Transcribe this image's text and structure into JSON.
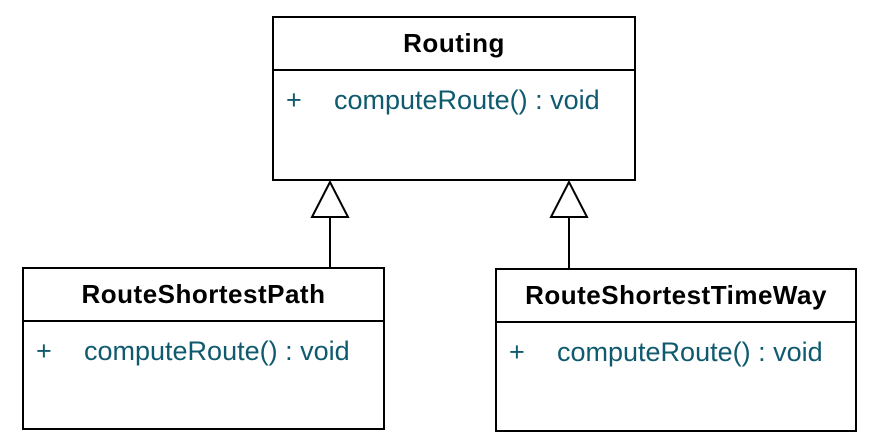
{
  "diagram": {
    "type": "uml-class-diagram",
    "background_color": "#ffffff",
    "colors": {
      "box_border": "#000000",
      "class_name_text": "#000000",
      "operation_text": "#0f5a6e",
      "connector": "#000000",
      "triangle_fill": "#ffffff"
    },
    "classes": [
      {
        "id": "routing",
        "name": "Routing",
        "operations": [
          {
            "visibility": "+",
            "signature": "computeRoute() : void"
          }
        ]
      },
      {
        "id": "route-shortest-path",
        "name": "RouteShortestPath",
        "operations": [
          {
            "visibility": "+",
            "signature": "computeRoute() : void"
          }
        ]
      },
      {
        "id": "route-shortest-time-way",
        "name": "RouteShortestTimeWay",
        "operations": [
          {
            "visibility": "+",
            "signature": "computeRoute() : void"
          }
        ]
      }
    ],
    "relationships": [
      {
        "type": "generalization",
        "from": "RouteShortestPath",
        "to": "Routing"
      },
      {
        "type": "generalization",
        "from": "RouteShortestTimeWay",
        "to": "Routing"
      }
    ]
  }
}
